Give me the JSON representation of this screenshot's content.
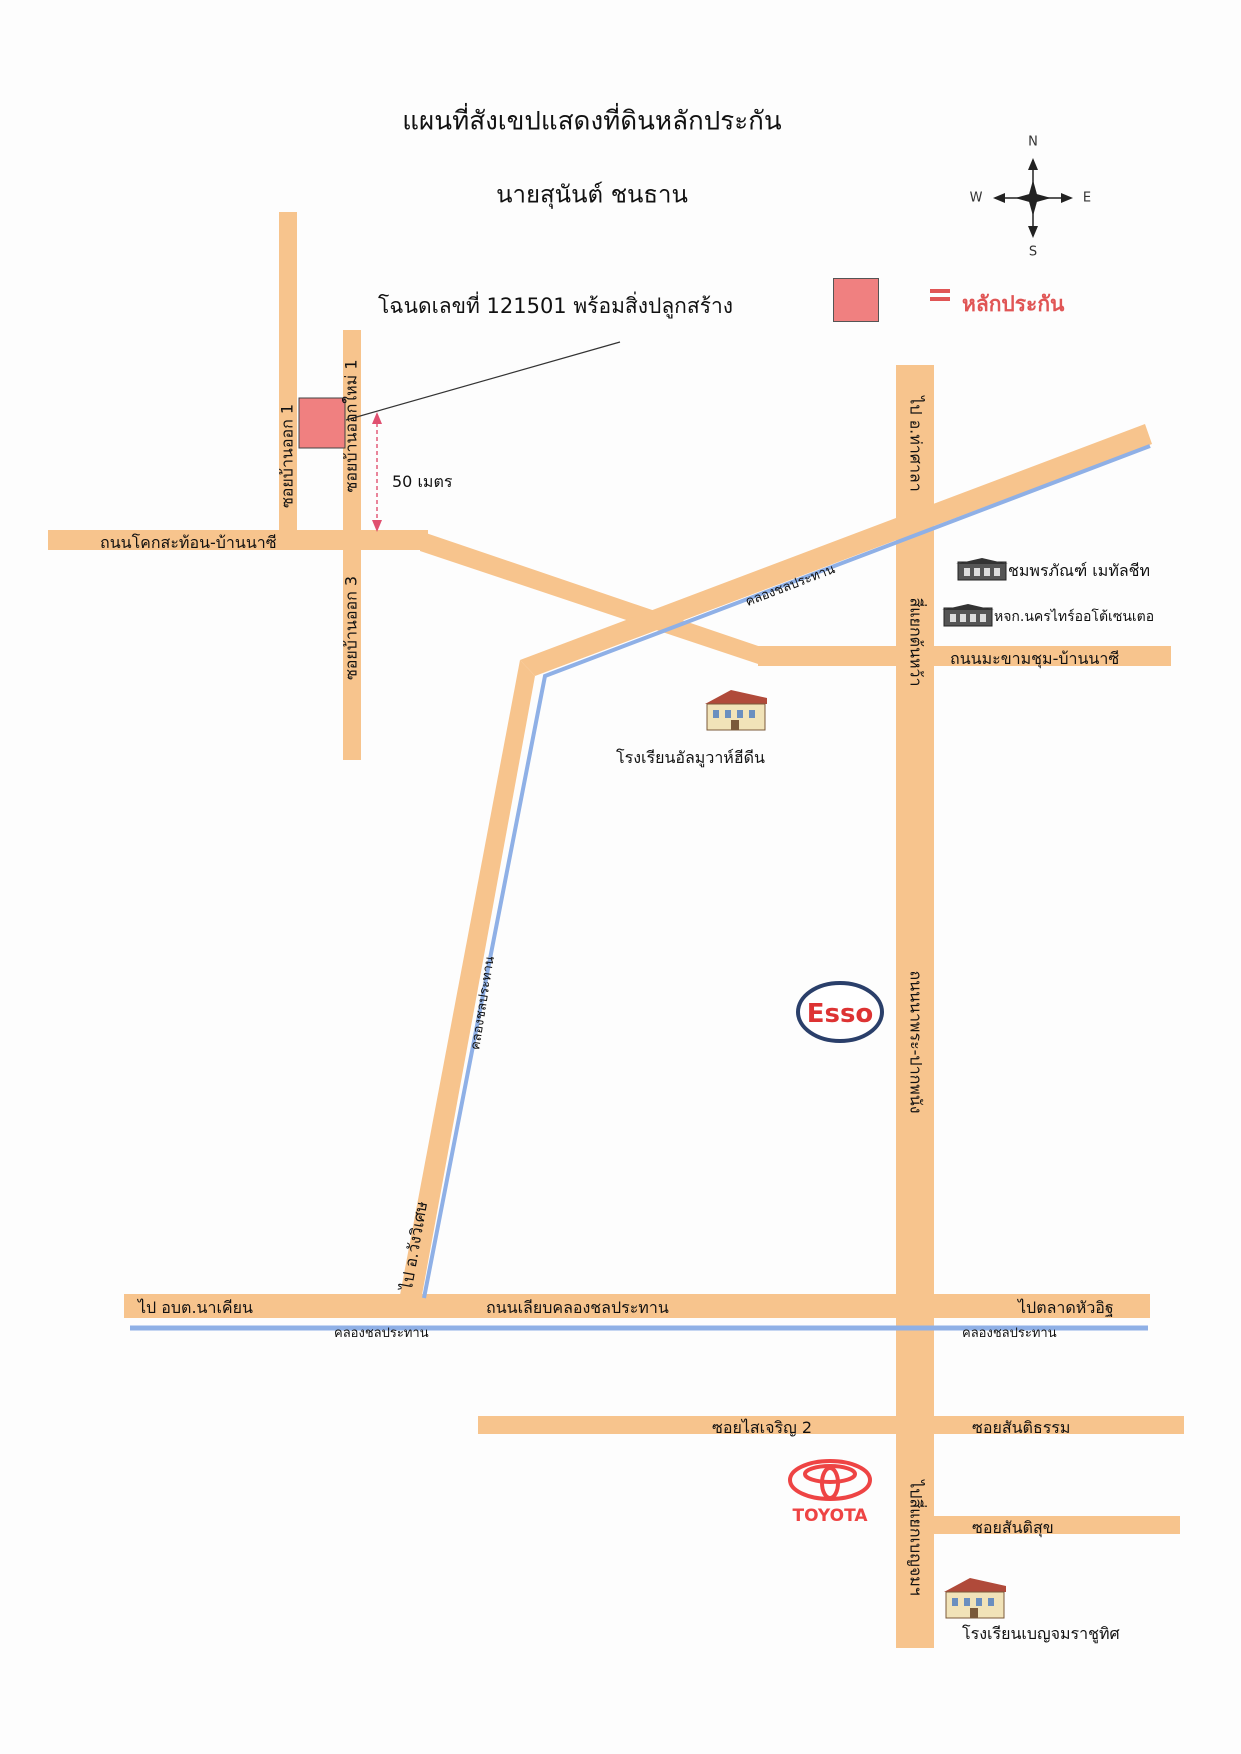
{
  "title": "แผนที่สังเขปแสดงที่ดินหลักประกัน",
  "owner": "นายสุนันต์  ชนธาน",
  "compass": {
    "n": "N",
    "s": "S",
    "e": "E",
    "w": "W"
  },
  "legend": {
    "deed_label": "โฉนดเลขที่ 121501 พร้อมสิ่งปลูกสร้าง",
    "symbol_label": "หลักประกัน",
    "color": "#f08080"
  },
  "distance": "50 เมตร",
  "roads": {
    "soi_ban_ok_1": "ซอยบ้านออก 1",
    "soi_ban_ok_mai_1": "ซอยบ้านออกใหม่ 1",
    "soi_ban_ok_3": "ซอยบ้านออก 3",
    "khok_satorn": "ถนนโคกสะท้อน-บ้านนาซี",
    "makham_chum": "ถนนมะขามชุม-บ้านนาซี",
    "to_tha_sala": "ไป อ.ท่าศาลา",
    "si_yaek_ton_hua": "สี่แยกต้นหว้า",
    "nakhon_pak_phun": "ถนนนาพระ-ปากพนัง",
    "to_wang_wiset": "ไป อ.วังวิเศษ",
    "to_nakhian": "ไป อบต.นาเคียน",
    "liap_khlong": "ถนนเลียบคลองชลประทาน",
    "to_hua_it": "ไปตลาดหัวอิฐ",
    "soi_sai_charoen_2": "ซอยไสเจริญ 2",
    "soi_santitham": "ซอยสันติธรรม",
    "soi_santisuk": "ซอยสันติสุข",
    "to_benjama": "ไปสี่แยกเบญจมฯ"
  },
  "canals": {
    "diag": "คลองชลประทาน",
    "vertical": "คลองชลประทาน",
    "bottom_left": "คลองชลประทาน",
    "bottom_right": "คลองชลประทาน"
  },
  "landmarks": {
    "chom": "ชมพรภัณฑ์ เมทัลชีท",
    "auto": "หจก.นครไทร์ออโต้เซนเตอ",
    "school1": "โรงเรียนอัลมูวาห์ฮีดีน",
    "school2": "โรงเรียนเบญจมราชูทิศ",
    "esso": "Esso",
    "toyota": "TOYOTA"
  },
  "colors": {
    "road": "#f7c48d",
    "canal": "#8fb0e6",
    "lot": "#f08080",
    "arrow": "#e05070"
  }
}
